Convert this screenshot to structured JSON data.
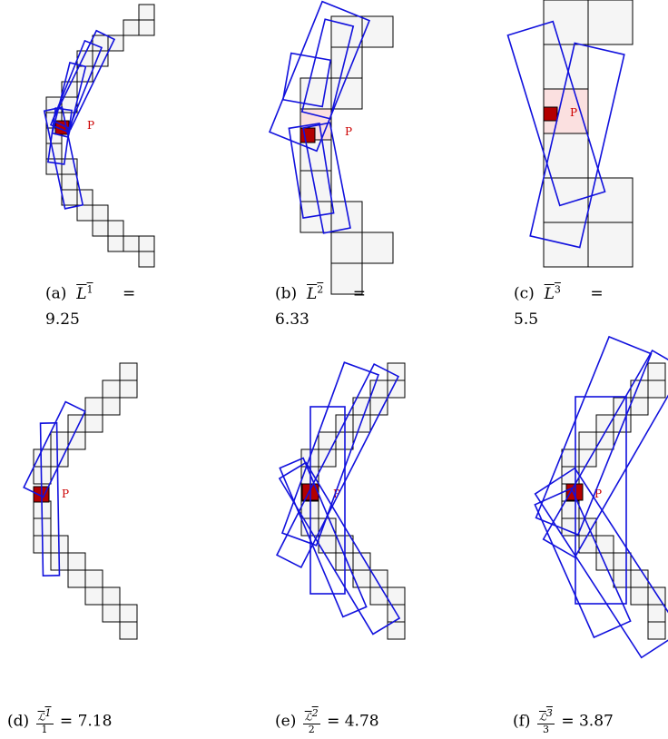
{
  "point_label": "P",
  "colors": {
    "cell_fill": "#f5f5f5",
    "cell_stroke": "#000000",
    "rect_stroke": "#1111dd",
    "point_fill": "#b30000",
    "highlight_fill": "#fbe0e0",
    "label_color": "#cc0000"
  },
  "panels": [
    {
      "id": "a",
      "tag": "(a)",
      "sym": "L",
      "sup": "1",
      "eq": "=",
      "value": "9.25"
    },
    {
      "id": "b",
      "tag": "(b)",
      "sym": "L",
      "sup": "2",
      "eq": "=",
      "value": "6.33"
    },
    {
      "id": "c",
      "tag": "(c)",
      "sym": "L",
      "sup": "3",
      "eq": "=",
      "value": "5.5"
    },
    {
      "id": "d",
      "tag": "(d)",
      "sym": "ℒ",
      "sup": "1",
      "den": "1",
      "eq": "=",
      "value": "7.18"
    },
    {
      "id": "e",
      "tag": "(e)",
      "sym": "ℒ",
      "sup": "2",
      "den": "2",
      "eq": "=",
      "value": "4.78"
    },
    {
      "id": "f",
      "tag": "(f)",
      "sym": "ℒ",
      "sup": "3",
      "den": "3",
      "eq": "=",
      "value": "3.87"
    }
  ]
}
